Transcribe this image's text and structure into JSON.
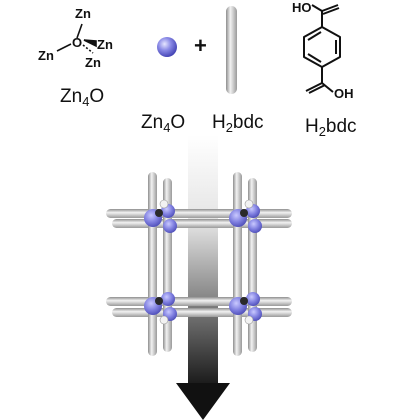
{
  "cluster_sketch": {
    "center_atom": "O",
    "zn_atom": "Zn",
    "caption_main": "Zn",
    "caption_sub": "4",
    "caption_tail": "O"
  },
  "components": {
    "ball_caption_main": "Zn",
    "ball_caption_sub": "4",
    "ball_caption_tail": "O",
    "plus_sign": "+",
    "rod_caption_pre": "H",
    "rod_caption_sub": "2",
    "rod_caption_post": "bdc"
  },
  "linker_structure": {
    "top_group": "HO",
    "bottom_group": "OH",
    "caption_pre": "H",
    "caption_sub": "2",
    "caption_post": "bdc"
  },
  "colors": {
    "zinc_node": "#7f7fe0",
    "rod": "#bcbcbc",
    "arrow_start": "#ffffff",
    "arrow_end": "#111111",
    "text": "#111111"
  }
}
